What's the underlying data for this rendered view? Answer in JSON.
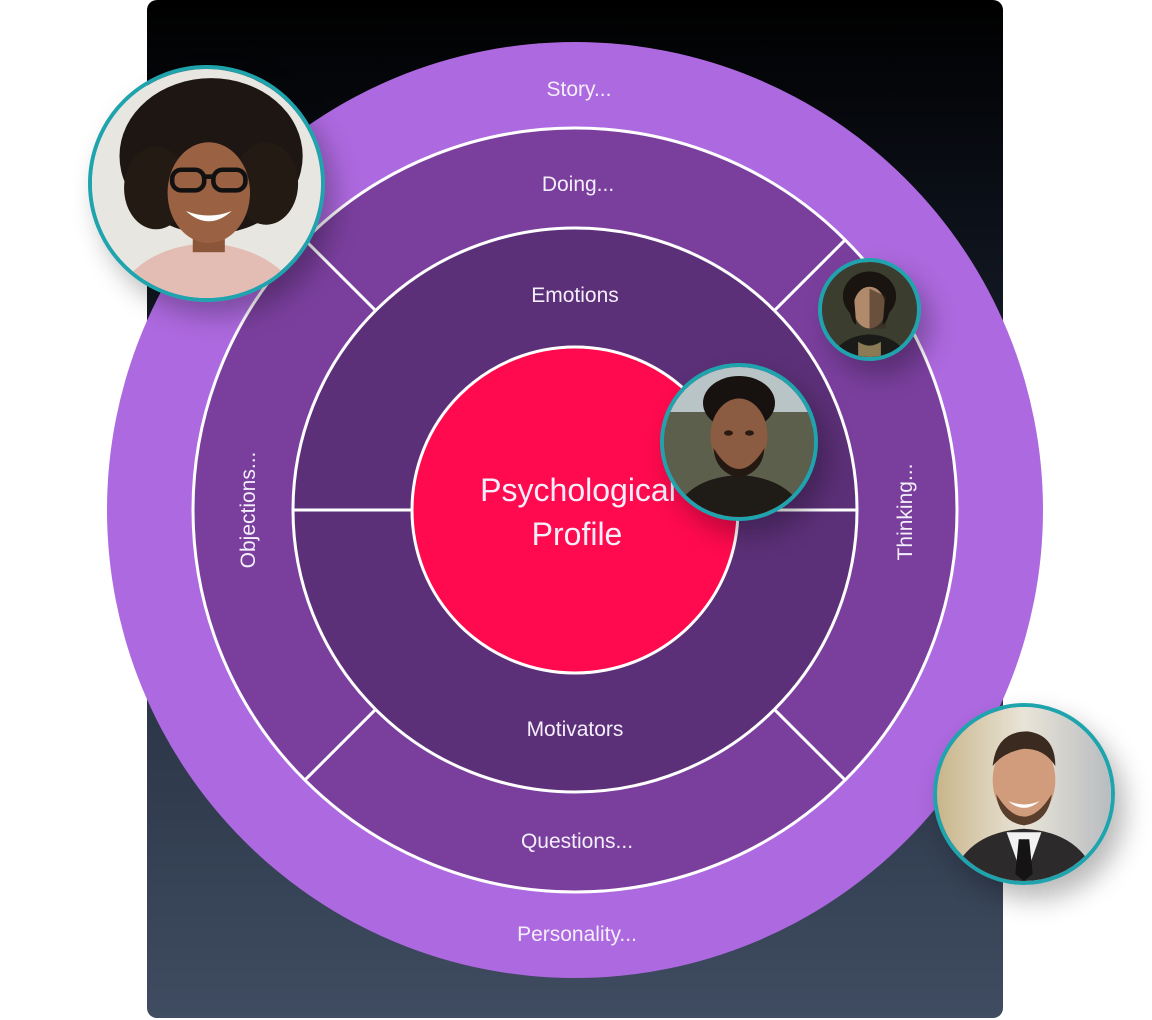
{
  "diagram": {
    "title": "Psychological Profile",
    "center": {
      "line1": "Psychological",
      "line2": "Profile",
      "color": "#ff0a4e"
    },
    "rings": {
      "outer": {
        "color": "#ad69df",
        "labels": {
          "top": "Story...",
          "bottom": "Personality..."
        }
      },
      "middle": {
        "color": "#7a3f9d",
        "labels": {
          "top": "Doing...",
          "right": "Thinking...",
          "bottom": "Questions...",
          "left": "Objections..."
        }
      },
      "inner": {
        "color": "#5c3078",
        "labels": {
          "top": "Emotions",
          "bottom": "Motivators"
        }
      }
    },
    "divider_color": "#ffffff"
  },
  "background": {
    "panel_top_color": "#000000",
    "panel_bottom_color": "#3f4c61"
  },
  "avatars": [
    {
      "id": "woman-glasses",
      "description": "Smiling woman with curly hair and glasses",
      "border_color": "#1fa4ad"
    },
    {
      "id": "young-man-dark-hair",
      "description": "Young man with long dark hair",
      "border_color": "#1fa4ad"
    },
    {
      "id": "bearded-man",
      "description": "Bearded man outdoors",
      "border_color": "#1fa4ad"
    },
    {
      "id": "man-suit",
      "description": "Smiling man in suit and tie",
      "border_color": "#1fa4ad"
    }
  ]
}
